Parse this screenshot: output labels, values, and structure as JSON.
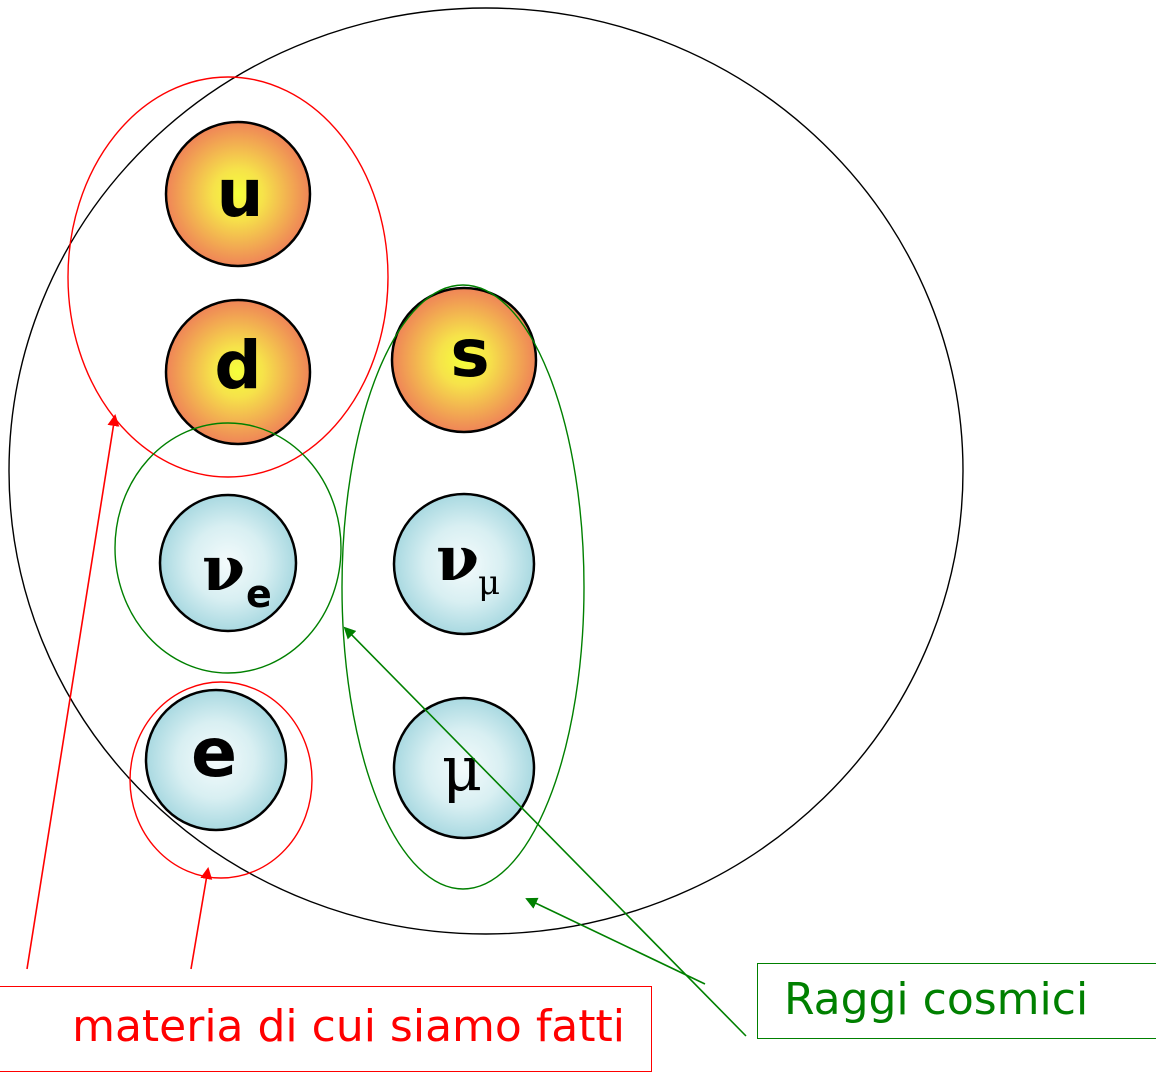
{
  "particles": {
    "u": "u",
    "d": "d",
    "s": "s",
    "nu_e_symbol": "ν",
    "nu_e_sub": "e",
    "nu_mu_symbol": "ν",
    "nu_mu_sub": "μ",
    "e": "e",
    "mu": "μ"
  },
  "labels": {
    "materia": "materia di cui siamo fatti",
    "raggi": "Raggi cosmici"
  },
  "colors": {
    "quark_center": "#f5ff3a",
    "quark_edge": "#f08a5a",
    "lepton_center": "#f2fbfc",
    "lepton_edge": "#aedce4",
    "red": "#ff0000",
    "green": "#008000",
    "outline": "#000000"
  }
}
